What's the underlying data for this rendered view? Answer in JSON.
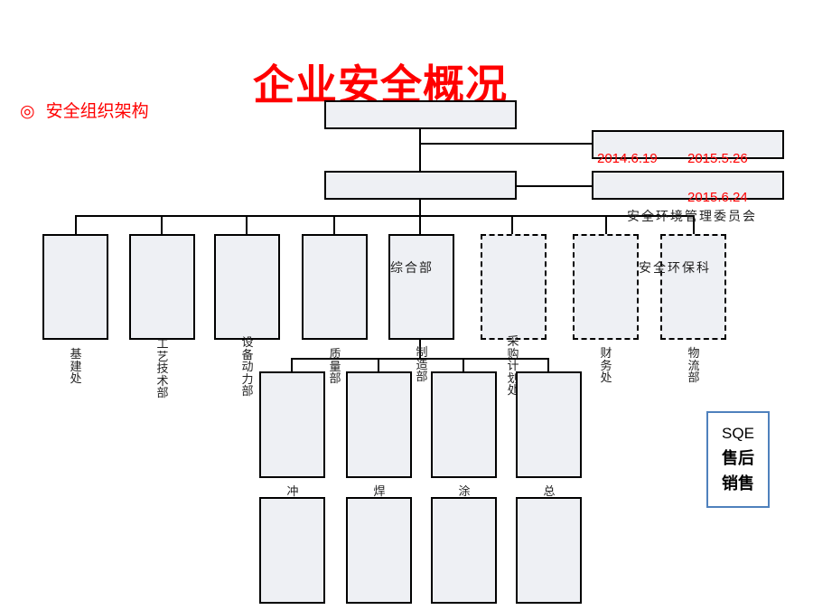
{
  "title": "企业安全概况",
  "bullet": {
    "symbol": "◎",
    "text": "安全组织架构"
  },
  "dates": {
    "d1": "2014.6.19",
    "d2": "2015.5.26",
    "d3": "2015.6.24"
  },
  "committee": "安全环境管理委员会",
  "departments": {
    "jijian": "基建处",
    "gongyi": "工艺技术部",
    "shebei": "设备动力部",
    "zhiliang": "质量部",
    "zhizao": "制造部",
    "caigou": "采购计划处",
    "caiwu": "财务处",
    "wuliu": "物流部",
    "zonghe": "综合部",
    "anhuan": "安全环保科"
  },
  "workshops": {
    "c1": "冲",
    "c2": "焊",
    "c3": "涂",
    "c4": "总"
  },
  "sqe": {
    "line1": "SQE",
    "line2": "售后",
    "line3": "销售"
  }
}
